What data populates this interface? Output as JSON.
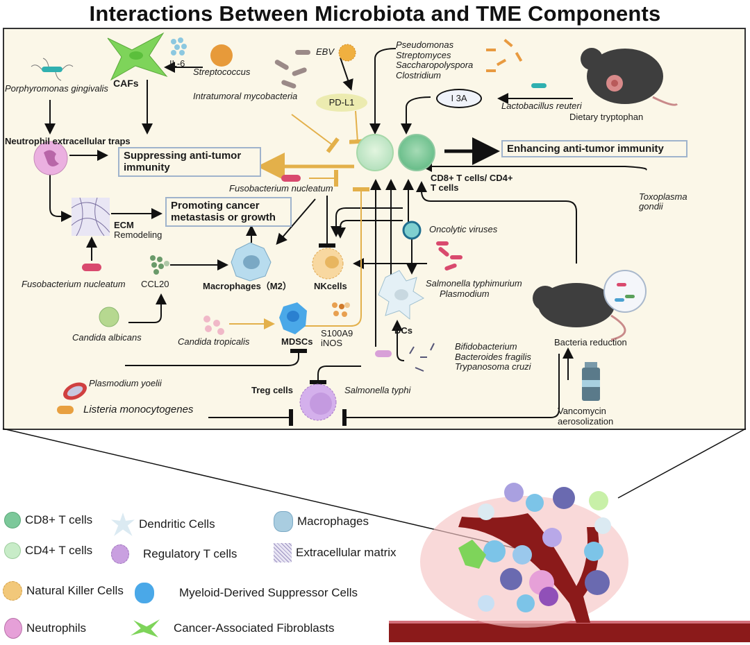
{
  "title": "Interactions Between Microbiota and TME Components",
  "outcomes": {
    "suppress": "Suppressing anti-tumor immunity",
    "suppress_l1": "Suppressing anti-tumor",
    "suppress_l2": "immunity",
    "promote_l1": "Promoting cancer",
    "promote_l2": "metastasis or growth",
    "enhance": "Enhancing anti-tumor immunity"
  },
  "cells": {
    "cafs": "CAFs",
    "net": "Neutrophil extracellular traps",
    "ecm": "ECM",
    "ecm_sub": "Remodeling",
    "macrophages": "Macrophages（M2）",
    "nk": "NKcells",
    "mdsc": "MDSCs",
    "dcs": "DCs",
    "treg": "Treg cells",
    "tcells_l1": "CD8+ T cells/ CD4+",
    "tcells_l2": "T cells"
  },
  "molecules": {
    "il6": "IL-6",
    "pdl1": "PD-L1",
    "i3a": "I 3A",
    "ccl20": "CCL20",
    "s100a9": "S100A9",
    "inos": "iNOS"
  },
  "microbes": {
    "porphyromonas": "Porphyromonas gingivalis",
    "streptococcus": "Streptococcus",
    "mycobacteria": "Intratumoral mycobacteria",
    "ebv": "EBV",
    "group1": [
      "Pseudomonas",
      "Streptomyces",
      "Saccharopolyspora",
      "Clostridium"
    ],
    "lactobacillus": "Lactobacillus reuteri",
    "fuso_top": "Fusobacterium nucleatum",
    "fuso_left": "Fusobacterium nucleatum",
    "toxoplasma_l1": "Toxoplasma",
    "toxoplasma_l2": "gondii",
    "oncolytic": "Oncolytic viruses",
    "salm_typhimurium": "Salmonella typhimurium",
    "plasmodium": "Plasmodium",
    "candida_albicans": "Candida albicans",
    "candida_tropicalis": "Candida tropicalis",
    "group2": [
      "Bifidobacterium",
      "Bacteroides fragilis",
      "Trypanosoma cruzi"
    ],
    "plasmodium_yoelii": "Plasmodium yoelii",
    "listeria": "Listeria monocytogenes",
    "salm_typhi": "Salmonella typhi"
  },
  "interventions": {
    "dietary": "Dietary tryptophan",
    "bacteria_reduction": "Bacteria reduction",
    "vanco_l1": "Vancomycin",
    "vanco_l2": "aerosolization"
  },
  "legend": [
    {
      "label": "CD8+ T cells",
      "icon": "cd8-t-cell-icon",
      "color": "#7cc89a"
    },
    {
      "label": "CD4+ T cells",
      "icon": "cd4-t-cell-icon",
      "color": "#c8ecc8"
    },
    {
      "label": "Natural Killer Cells",
      "icon": "nk-cell-icon",
      "color": "#f2c87a"
    },
    {
      "label": "Neutrophils",
      "icon": "neutrophil-icon",
      "color": "#e6a0d8"
    },
    {
      "label": "Dendritic Cells",
      "icon": "dendritic-cell-icon",
      "color": "#dbeaf2"
    },
    {
      "label": "Regulatory T cells",
      "icon": "treg-cell-icon",
      "color": "#c9a0e0"
    },
    {
      "label": "Myeloid-Derived Suppressor Cells",
      "icon": "mdsc-icon",
      "color": "#4aa8e8"
    },
    {
      "label": "Cancer-Associated Fibroblasts",
      "icon": "caf-icon",
      "color": "#7ed45a"
    },
    {
      "label": "Macrophages",
      "icon": "macrophage-icon",
      "color": "#a9cde0"
    },
    {
      "label": "Extracellular matrix",
      "icon": "ecm-icon",
      "color": "#9a90c0"
    }
  ],
  "colors": {
    "panel_bg": "#fbf7e8",
    "box_border": "#9fb3cc",
    "suppress_arrow": "#e3b04a",
    "vessel": "#8b1a1a"
  }
}
